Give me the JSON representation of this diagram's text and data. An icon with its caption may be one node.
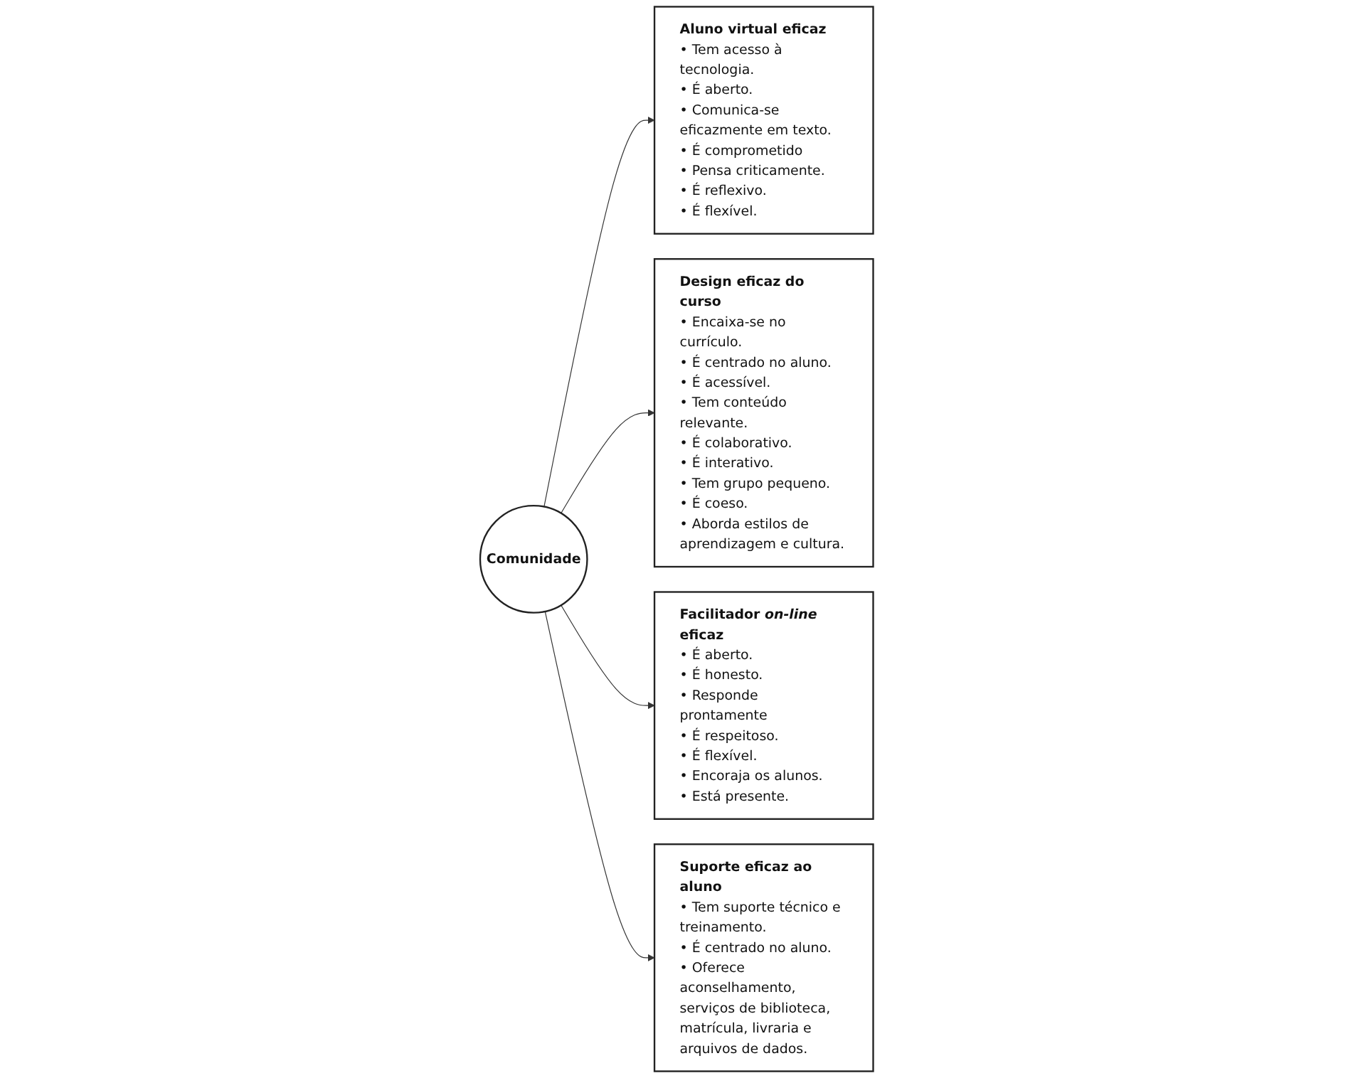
{
  "diagram": {
    "nodes": [
      {
        "text": [
          "Aluno virtual eficaz",
          "• Tem acesso à tecnologia.",
          "• É aberto.",
          "• Comunica-se eficazmente em texto.",
          "• É comprometido",
          "• Pensa criticamente.",
          "• É reflexivo.",
          "• É flexível."
        ]
      },
      {
        "text": [
          "Design eficaz do curso",
          "• Encaixa-se no currículo.",
          "• É centrado no aluno.",
          "• É acessível.",
          "• Tem conteúdo relevante.",
          "• É colaborativo.",
          "• É interativo.",
          "• Tem grupo pequeno.",
          "• É coeso.",
          "• Aborda estilos de aprendizagem e cultura."
        ]
      },
      {
        "text": [
          "Comunidade"
        ]
      },
      {
        "text": [
          "Facilitador *on-line* eficaz",
          "• É aberto.",
          "• É honesto.",
          "• Responde prontamente",
          "• É respeitoso.",
          "• É flexível.",
          "• Encoraja os alunos.",
          "• Está presente."
        ]
      },
      {
        "text": [
          "Suporte eficaz ao aluno",
          "• Tem suporte técnico e treinamento.",
          "• É centrado no aluno.",
          "• Oferece aconselhamento, serviços de biblioteca, matrícula, livraria e arquivos de dados."
        ]
      }
    ],
    "edges": [
      {
        "from": 2,
        "to": 0,
        "arrow": "to"
      },
      {
        "from": 2,
        "to": 1,
        "arrow": "to"
      },
      {
        "from": 2,
        "to": 3,
        "arrow": "to"
      },
      {
        "from": 2,
        "to": 4,
        "arrow": "to"
      }
    ]
  }
}
